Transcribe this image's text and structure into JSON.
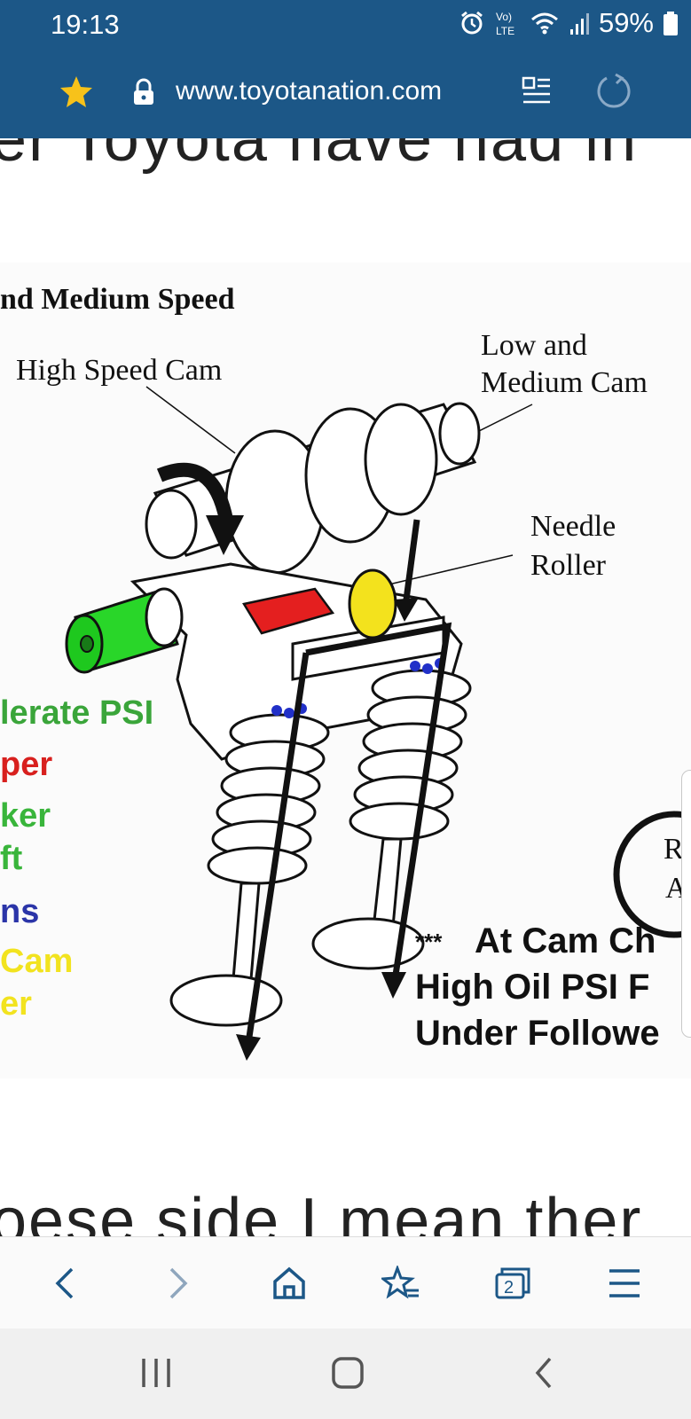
{
  "status": {
    "time": "19:13",
    "battery": "59%",
    "volte": "Vo) LTE"
  },
  "browser": {
    "url": "www.toyotanation.com",
    "tabs_count": "2"
  },
  "article": {
    "top_fragment": "er Toyota have had in",
    "bottom_fragment": "oese side I mean ther"
  },
  "diagram": {
    "heading": "nd Medium Speed",
    "label_high_cam": "High Speed Cam",
    "label_low_cam_1": "Low and",
    "label_low_cam_2": "Medium Cam",
    "label_needle_1": "Needle",
    "label_needle_2": "Roller",
    "legend": [
      {
        "text": "lerate PSI",
        "color": "#3aa53a"
      },
      {
        "text": "per",
        "color": "#d8201e"
      },
      {
        "text": "ker",
        "color": "#39b53b"
      },
      {
        "text": "ft",
        "color": "#39b53b"
      },
      {
        "text": "ns",
        "color": "#2b35a8"
      },
      {
        "text": "Cam",
        "color": "#f2e31f"
      },
      {
        "text": "er",
        "color": "#f2e31f"
      }
    ],
    "note_stars": "***",
    "note_line1": "At Cam Ch",
    "note_line2": "High Oil PSI F",
    "note_line3": "Under Followe",
    "badge_line1": "R",
    "badge_line2": "A"
  }
}
